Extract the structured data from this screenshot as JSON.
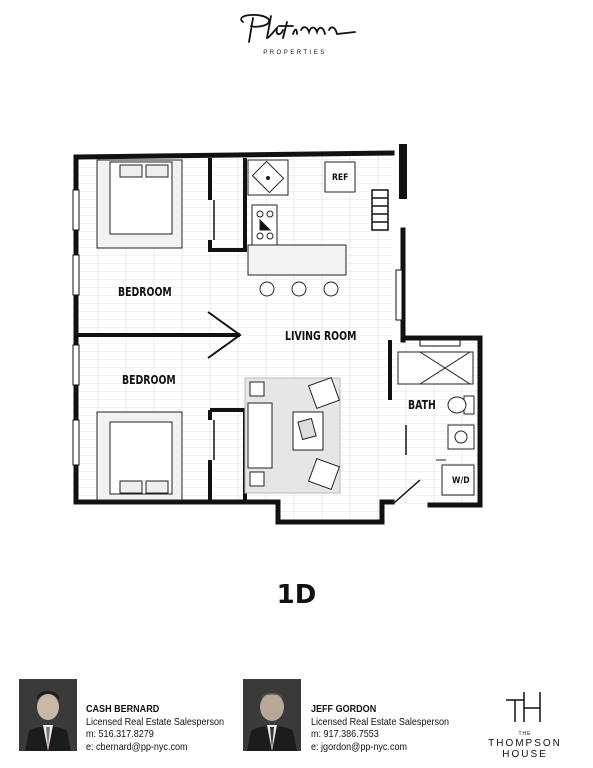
{
  "brand": {
    "logo_script": "Platinum",
    "logo_sub": "PROPERTIES"
  },
  "floorplan": {
    "rooms": {
      "bedroom_top": "BEDROOM",
      "bedroom_bottom": "BEDROOM",
      "living_room": "LIVING ROOM",
      "bath": "BATH"
    },
    "fixtures": {
      "ref": "REF",
      "wd": "W/D"
    },
    "unit": "1D"
  },
  "agents": [
    {
      "name": "CASH BERNARD",
      "title": "Licensed Real Estate Salesperson",
      "phone": "m: 516.317.8279",
      "email": "e: cbernard@pp-nyc.com"
    },
    {
      "name": "JEFF GORDON",
      "title": "Licensed Real Estate Salesperson",
      "phone": "m: 917.386.7553",
      "email": "e: jgordon@pp-nyc.com"
    }
  ],
  "building": {
    "the": "THE",
    "name": "THOMPSON HOUSE"
  },
  "colors": {
    "wall": "#111111",
    "floor_line": "#d8d8d8",
    "rug": "#e6e6e6"
  }
}
